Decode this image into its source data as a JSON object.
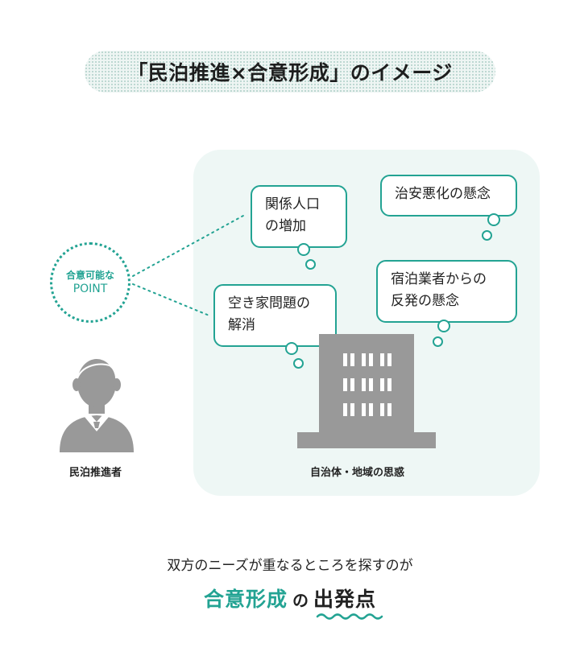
{
  "title": "「民泊推進×合意形成」のイメージ",
  "point_label_line1": "合意可能な",
  "point_label_line2": "POINT",
  "bubbles": {
    "kankei": "関係人口\nの増加",
    "akiya": "空き家問題の\n解消",
    "chian": "治安悪化の懸念",
    "shukuhaku": "宿泊業者からの\n反発の懸念"
  },
  "person_caption": "民泊推進者",
  "region_caption": "自治体・地域の思惑",
  "bottom_text": "双方のニーズが重なるところを探すのが",
  "emphasis": {
    "green": "合意形成",
    "particle": "の",
    "black": "出発点"
  },
  "colors": {
    "accent": "#23a393",
    "panel": "#eef7f5",
    "gray": "#999999"
  }
}
